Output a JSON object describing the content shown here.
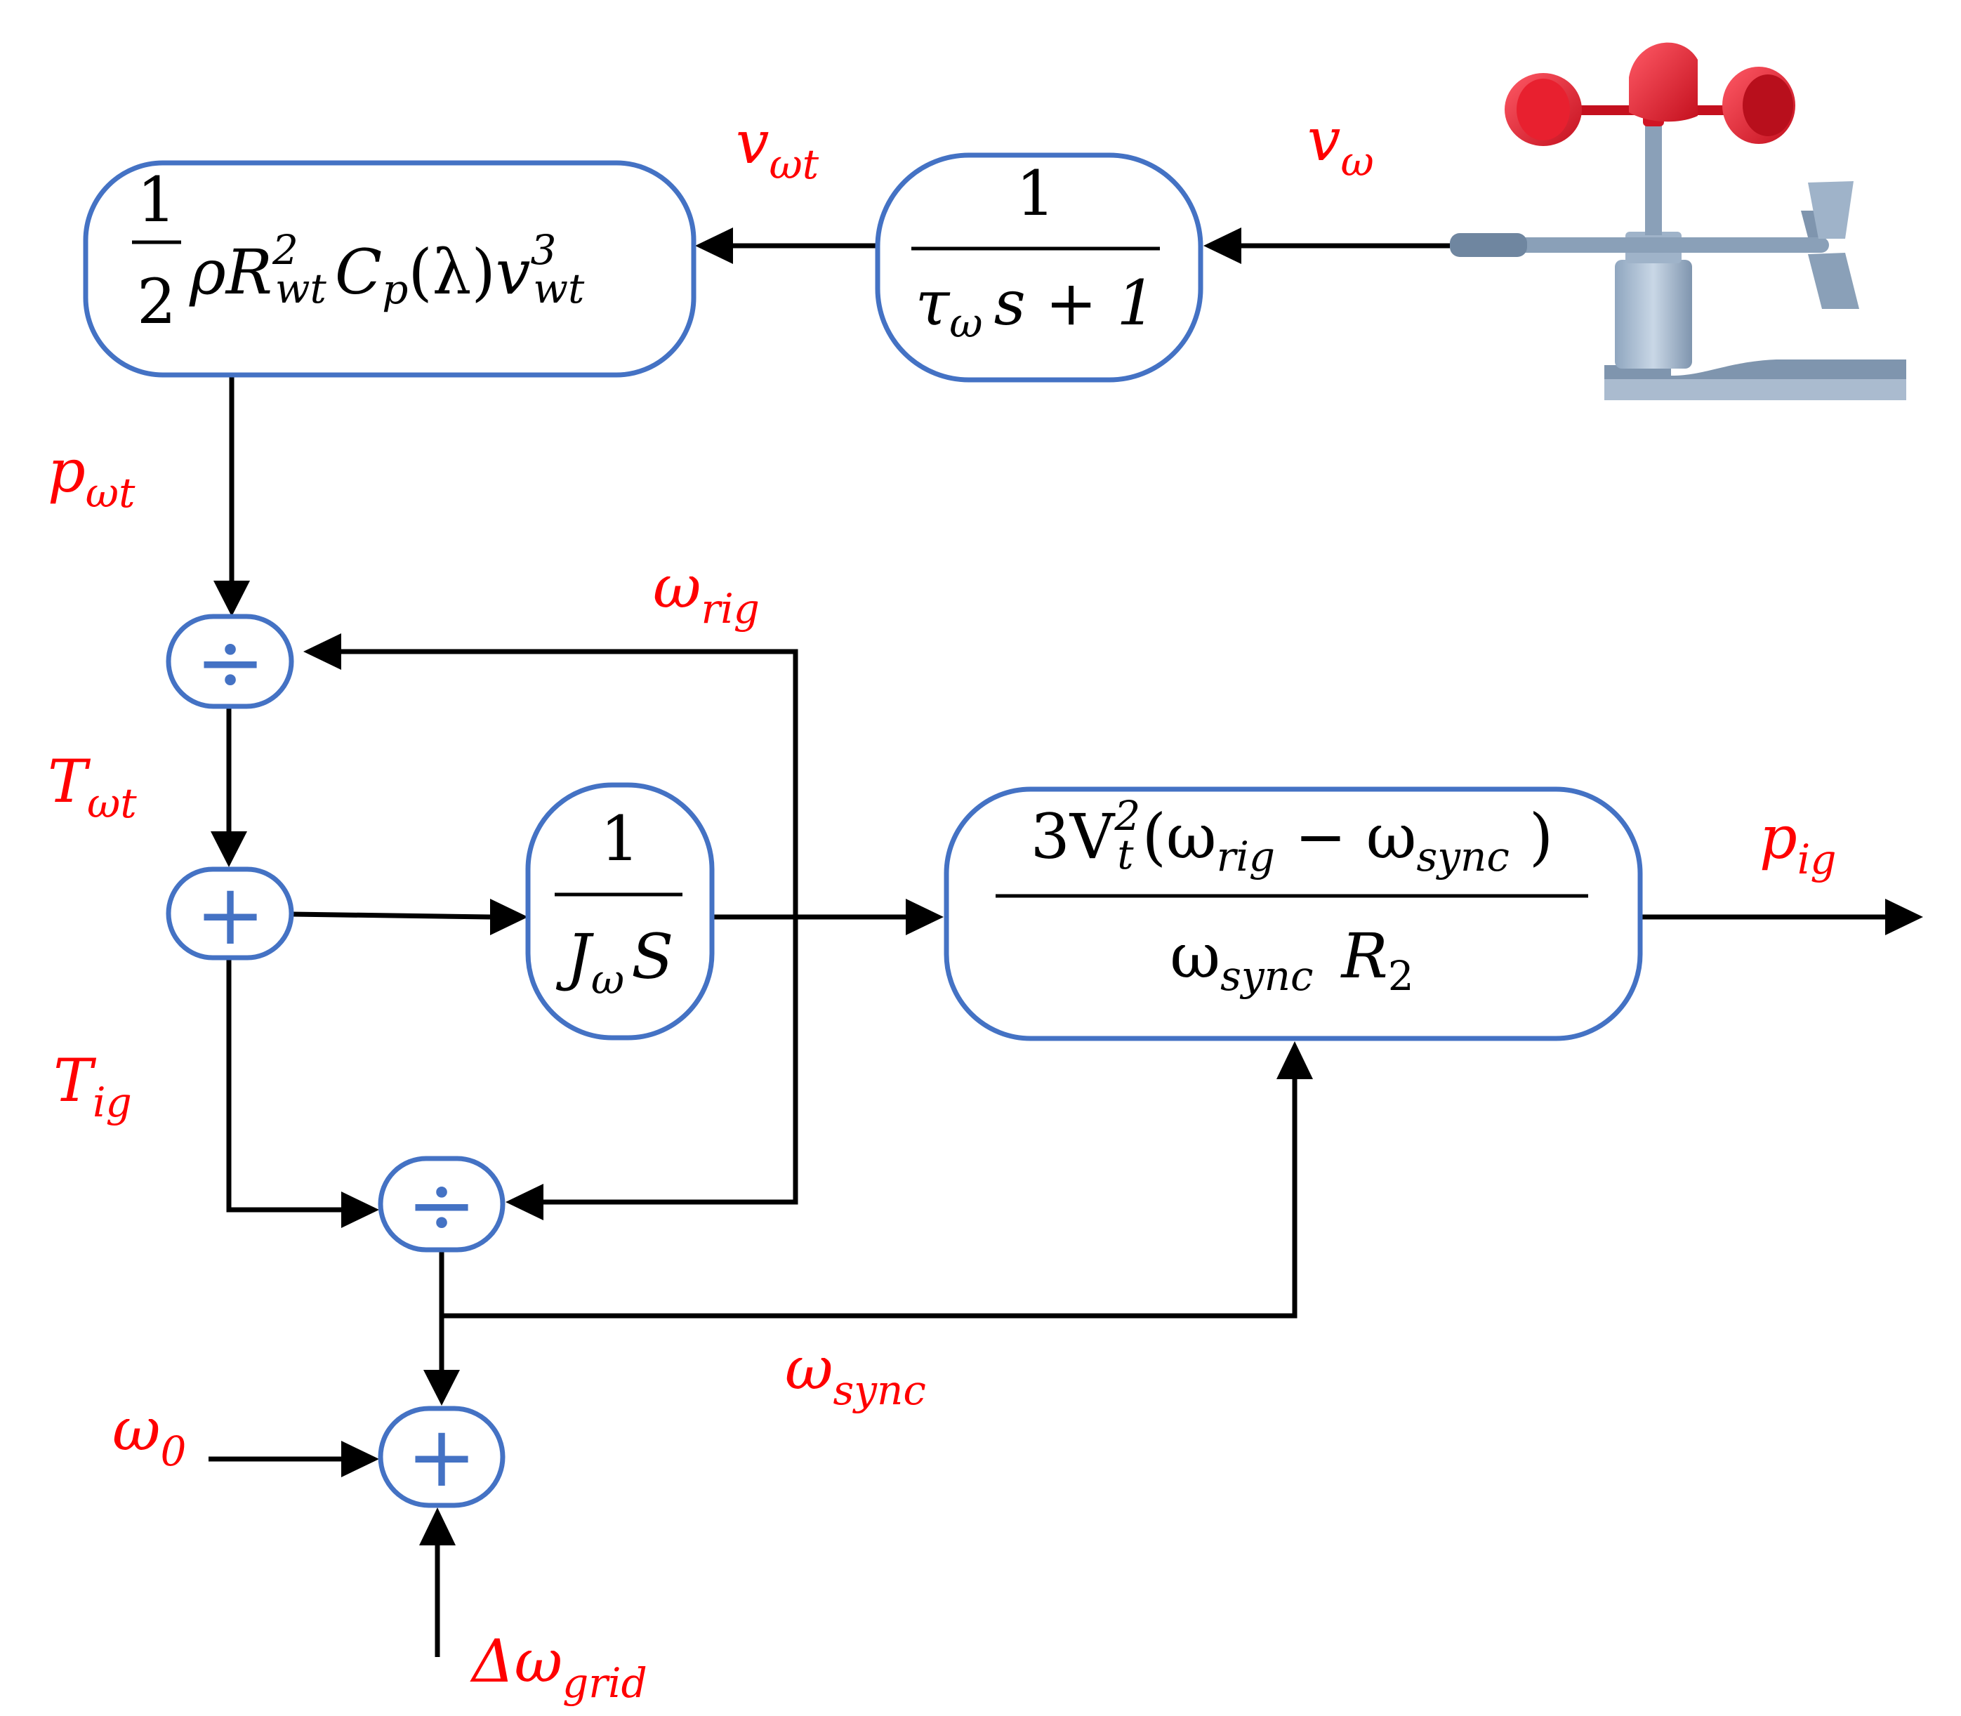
{
  "signals": {
    "v_wt": {
      "base": "v",
      "sub": "ωt"
    },
    "v_w": {
      "base": "v",
      "sub": "ω"
    },
    "p_wt": {
      "base": "p",
      "sub": "ωt"
    },
    "w_rig": {
      "base": "ω",
      "sub": "rig"
    },
    "T_wt": {
      "base": "T",
      "sub": "ωt"
    },
    "T_ig": {
      "base": "T",
      "sub": "ig"
    },
    "p_ig": {
      "base": "p",
      "sub": "ig"
    },
    "w_sync": {
      "base": "ω",
      "sub": "sync"
    },
    "w_0": {
      "base": "ω",
      "sub": "0"
    },
    "dw_grid": {
      "base": "Δω",
      "sub": "grid"
    }
  },
  "blocks": {
    "power": {
      "frac_num": "1",
      "frac_den": "2",
      "rho": "ρ",
      "R": "R",
      "R_sup": "2",
      "R_sub": "wt",
      "C": "C",
      "C_sub": "p",
      "lambda": "(λ)",
      "v": "v",
      "v_sup": "3",
      "v_sub": "wt"
    },
    "filter": {
      "num": "1",
      "den_tau": "τ",
      "den_tau_sub": "ω",
      "den_rest": "s + 1"
    },
    "inertia": {
      "num": "1",
      "den_J": "J",
      "den_J_sub": "ω",
      "den_S": "S"
    },
    "gen": {
      "num_3V": "3V",
      "num_V_sup": "2",
      "num_V_sub": "t",
      "num_open": "(ω",
      "num_rig_sub": "rig",
      "num_minus": " − ω",
      "num_sync_sub": "sync",
      "num_close": " )",
      "den_w": "ω",
      "den_sync_sub": "sync",
      "den_R": "R",
      "den_R_sub": "2"
    }
  },
  "operators": {
    "divide": "÷",
    "add": "+"
  },
  "colors": {
    "block_stroke": "#4472c4",
    "signal_label": "#ff0000",
    "wire": "#000000",
    "cup_red": "#e8202f"
  },
  "icons": [
    "anemometer-icon"
  ]
}
